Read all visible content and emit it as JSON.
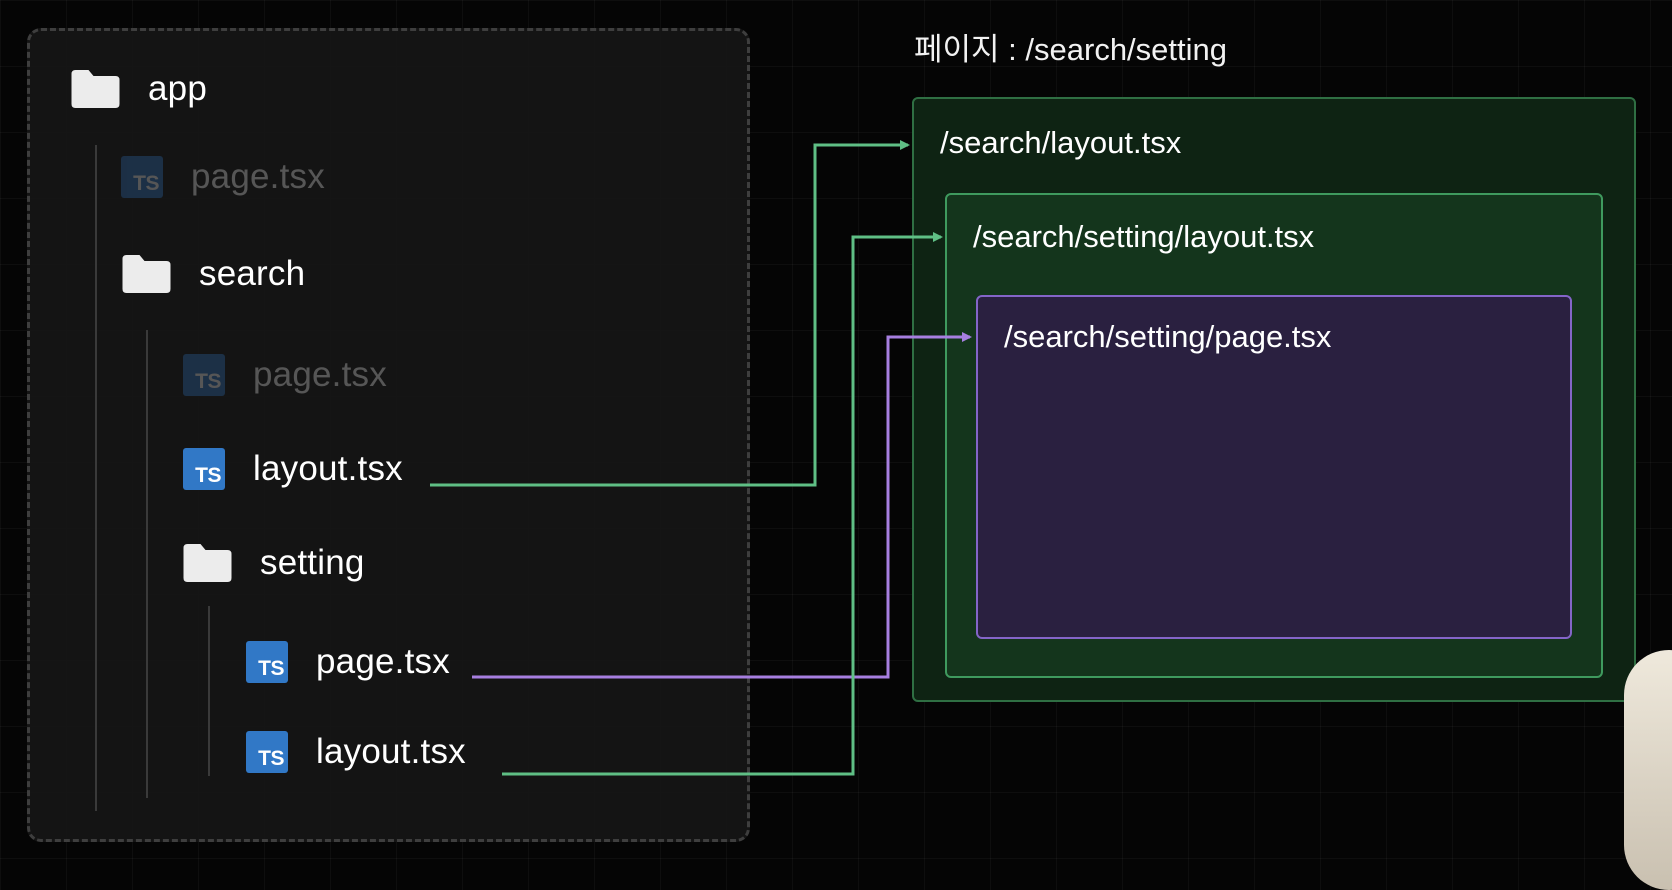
{
  "page_title": "페이지 : /search/setting",
  "tree": {
    "app": {
      "label": "app",
      "icon": "folder-icon"
    },
    "app_page": {
      "label": "page.tsx",
      "icon": "ts-file-icon",
      "badge": "TS"
    },
    "search": {
      "label": "search",
      "icon": "folder-icon"
    },
    "search_page": {
      "label": "page.tsx",
      "icon": "ts-file-icon",
      "badge": "TS"
    },
    "search_layout": {
      "label": "layout.tsx",
      "icon": "ts-file-icon",
      "badge": "TS"
    },
    "setting": {
      "label": "setting",
      "icon": "folder-icon"
    },
    "setting_page": {
      "label": "page.tsx",
      "icon": "ts-file-icon",
      "badge": "TS"
    },
    "setting_layout": {
      "label": "layout.tsx",
      "icon": "ts-file-icon",
      "badge": "TS"
    }
  },
  "boxes": {
    "search_layout": {
      "label": "/search/layout.tsx",
      "color": "#2f6f43"
    },
    "setting_layout": {
      "label": "/search/setting/layout.tsx",
      "color": "#3f9a5e"
    },
    "setting_page": {
      "label": "/search/setting/page.tsx",
      "color": "#8465c8"
    }
  },
  "connectors": {
    "layout_color": "#5fbf85",
    "page_color": "#a77fe0"
  }
}
